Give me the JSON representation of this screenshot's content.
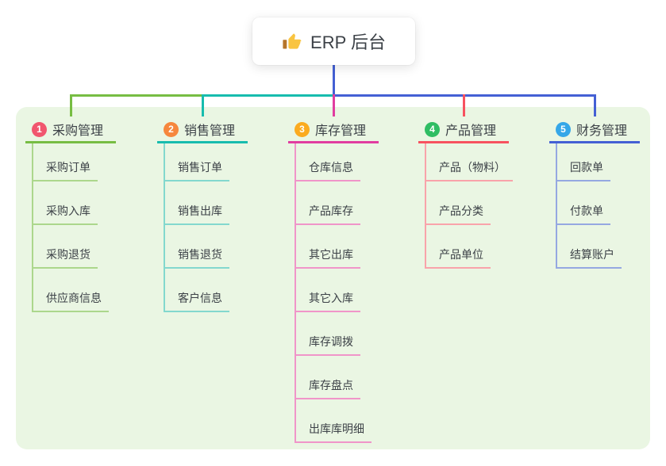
{
  "root": {
    "label": "ERP 后台",
    "icon": "thumbs-up-icon",
    "connector_color": "#4460d4"
  },
  "boundary": {
    "fill": "#eaf6e3"
  },
  "text_color": "#3c4147",
  "branches": [
    {
      "id": "purchase",
      "badge": "1",
      "badge_color": "#f1566e",
      "label": "采购管理",
      "color": "#77bd43",
      "light_color": "#acd78c",
      "children": [
        "采购订单",
        "采购入库",
        "采购退货",
        "供应商信息"
      ]
    },
    {
      "id": "sales",
      "badge": "2",
      "badge_color": "#f6873d",
      "label": "销售管理",
      "color": "#17bcae",
      "light_color": "#83d8ce",
      "children": [
        "销售订单",
        "销售出库",
        "销售退货",
        "客户信息"
      ]
    },
    {
      "id": "inventory",
      "badge": "3",
      "badge_color": "#fbab1f",
      "label": "库存管理",
      "color": "#e13da0",
      "light_color": "#f095c9",
      "children": [
        "仓库信息",
        "产品库存",
        "其它出库",
        "其它入库",
        "库存调拨",
        "库存盘点",
        "出库库明细"
      ]
    },
    {
      "id": "product",
      "badge": "4",
      "badge_color": "#2fbd63",
      "label": "产品管理",
      "color": "#f7525f",
      "light_color": "#f9a3aa",
      "children": [
        "产品（物料）",
        "产品分类",
        "产品单位"
      ]
    },
    {
      "id": "finance",
      "badge": "5",
      "badge_color": "#35a7e8",
      "label": "财务管理",
      "color": "#4460d4",
      "light_color": "#95a8e1",
      "children": [
        "回款单",
        "付款单",
        "结算账户"
      ]
    }
  ]
}
